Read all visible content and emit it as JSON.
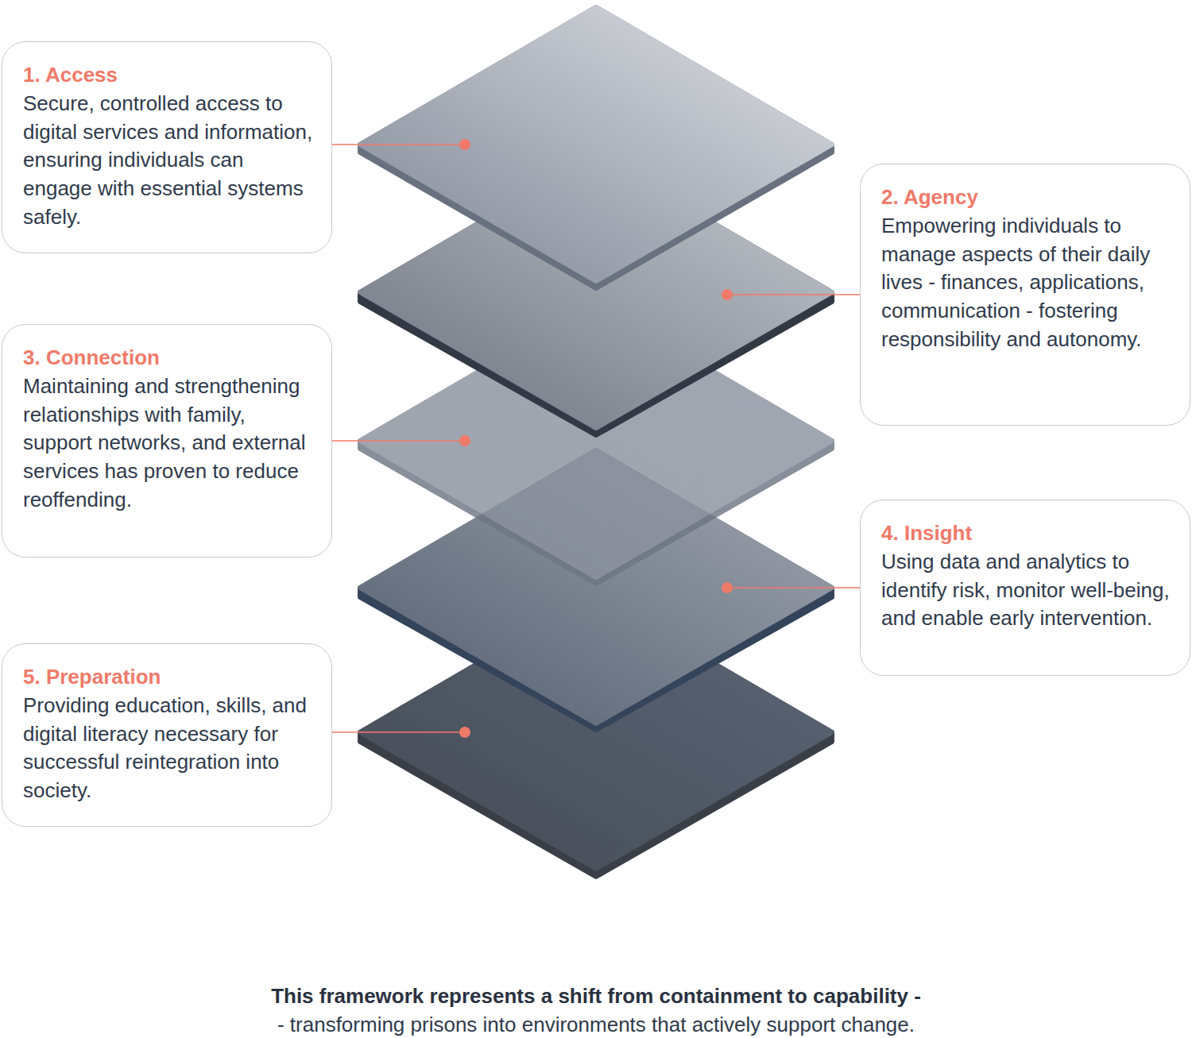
{
  "diagram": {
    "caption": "This framework represents a shift from containment to capability -",
    "nodes": [
      {
        "text": [
          "1. Access",
          "Secure, controlled access to digital services and information, ensuring individuals can engage with essential systems safely."
        ]
      },
      {
        "text": [
          "2. Agency",
          "Empowering individuals to manage aspects of their daily lives - finances, applications, communication - fostering responsibility and autonomy."
        ]
      },
      {
        "text": [
          "3. Connection",
          "Maintaining and strengthening relationships with family, support networks, and external services has proven to reduce reoffending."
        ]
      },
      {
        "text": [
          "4. Insight",
          "Using data and analytics to identify risk, monitor well-being, and enable early intervention."
        ]
      },
      {
        "text": [
          "5. Preparation",
          "Providing education, skills, and digital literacy necessary for successful reintegration into society."
        ]
      }
    ],
    "labels": [
      "- transforming prisons into environments that actively support change."
    ]
  }
}
